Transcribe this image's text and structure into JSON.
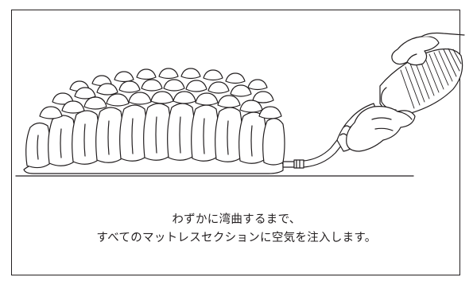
{
  "illustration": {
    "subject": "air-cushion-inflation-with-hand-pump",
    "line_color": "#231f20"
  },
  "instruction": {
    "line1": "わずかに湾曲するまで、",
    "line2": "すべてのマットレスセクションに空気を注入します。"
  }
}
